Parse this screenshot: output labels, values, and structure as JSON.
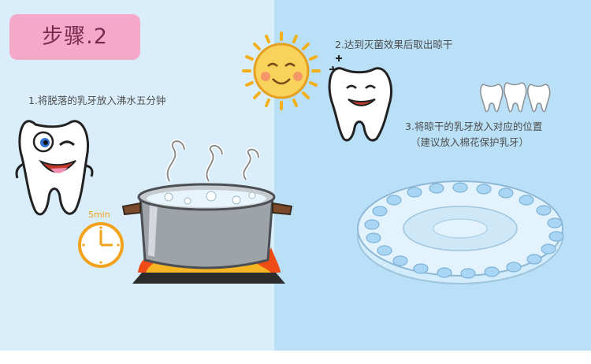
{
  "header": {
    "step_title": "步骤.2"
  },
  "steps": {
    "boil": "1.将脱落的乳牙放入沸水五分钟",
    "dry": "2.达到灭菌效果后取出晾干",
    "place": "3.将晾干的乳牙放入对应的位置",
    "place_note": "（建议放入棉花保护乳牙）"
  },
  "timer": {
    "label": "5min"
  },
  "colors": {
    "badge": "#f5a9c8",
    "left_panel": "#d9eefa",
    "right_panel": "#b9e0f7",
    "accent_orange": "#f2a21b"
  }
}
